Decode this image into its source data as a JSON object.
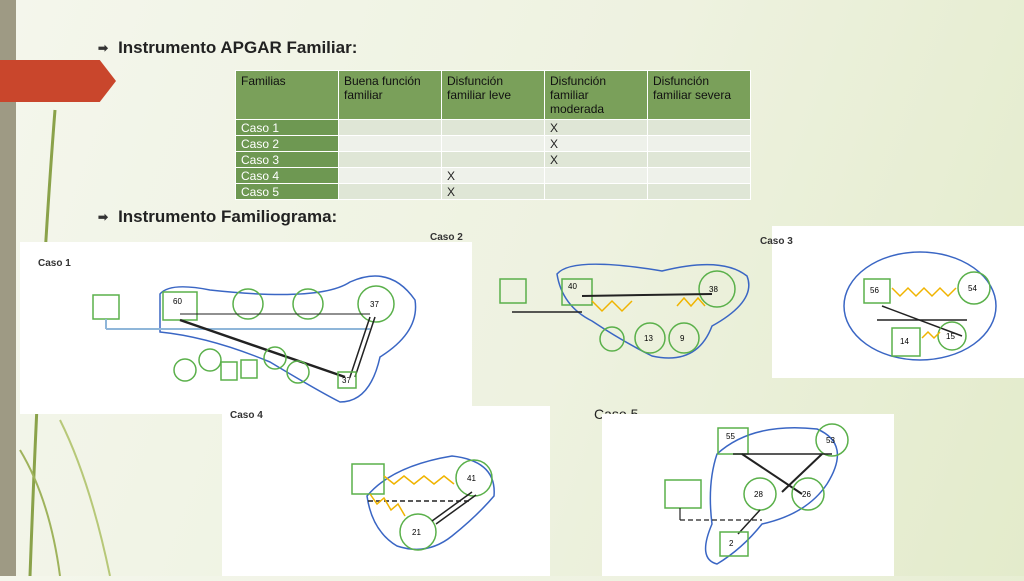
{
  "headings": {
    "apgar": "Instrumento APGAR Familiar:",
    "familiograma": "Instrumento Familiograma:"
  },
  "table": {
    "headers": [
      "Familias",
      "Buena función familiar",
      "Disfunción familiar leve",
      "Disfunción familiar moderada",
      "Disfunción familiar severa"
    ],
    "rows": [
      {
        "case": "Caso 1",
        "marks": [
          "",
          "",
          "X",
          ""
        ]
      },
      {
        "case": "Caso 2",
        "marks": [
          "",
          "",
          "X",
          ""
        ]
      },
      {
        "case": "Caso 3",
        "marks": [
          "",
          "",
          "X",
          ""
        ]
      },
      {
        "case": "Caso 4",
        "marks": [
          "",
          "X",
          "",
          ""
        ]
      },
      {
        "case": "Caso 5",
        "marks": [
          "",
          "X",
          "",
          ""
        ]
      }
    ]
  },
  "genograms": {
    "caso1": {
      "label": "Caso 1",
      "ages": [
        "60",
        "37",
        "37"
      ]
    },
    "caso2": {
      "label": "Caso 2",
      "ages": [
        "40",
        "38",
        "13",
        "9"
      ]
    },
    "caso3": {
      "label": "Caso 3",
      "ages": [
        "56",
        "54",
        "14",
        "15"
      ]
    },
    "caso4": {
      "label": "Caso 4",
      "ages": [
        "41",
        "21"
      ]
    },
    "caso5": {
      "label": "Caso 5",
      "ages": [
        "55",
        "53",
        "28",
        "26",
        "2"
      ]
    }
  },
  "colors": {
    "accent_red": "#c9462c",
    "table_green": "#7aa05a",
    "genogram_green": "#5ab04a",
    "boundary_blue": "#3a66c4",
    "conflict_orange": "#f0b400"
  }
}
